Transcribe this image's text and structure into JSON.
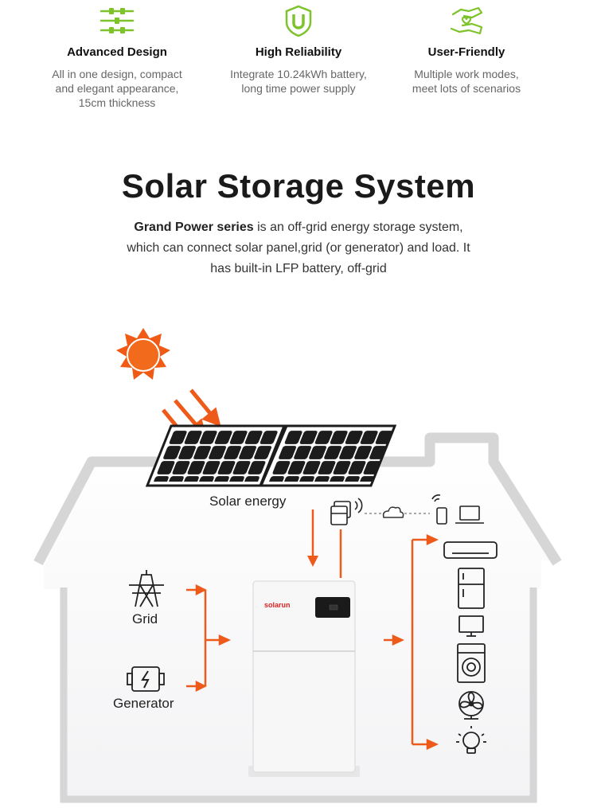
{
  "features": [
    {
      "icon": "connector-lines-icon",
      "title": "Advanced Design",
      "lines": [
        "All in one design, compact",
        "and elegant appearance,",
        "15cm thickness"
      ]
    },
    {
      "icon": "shield-u-icon",
      "title": "High Reliability",
      "lines": [
        "Integrate 10.24kWh battery,",
        "long time power supply"
      ]
    },
    {
      "icon": "hands-heart-icon",
      "title": "User-Friendly",
      "lines": [
        "Multiple work modes,",
        "meet lots of scenarios"
      ]
    }
  ],
  "main": {
    "title": "Solar Storage System",
    "desc_bold": "Grand Power series",
    "desc_rest_1": " is an off-grid energy storage system,",
    "desc_line_2": "which can connect solar panel,grid (or generator) and load. It",
    "desc_line_3": "has built-in LFP battery, off-grid"
  },
  "diagram": {
    "solar_label": "Solar energy",
    "grid_label": "Grid",
    "generator_label": "Generator",
    "brand": "solarun"
  },
  "colors": {
    "accent": "#7dc32a",
    "arrow": "#ee5a1a",
    "sun": "#f05a14",
    "house": "#d4d4d4"
  }
}
